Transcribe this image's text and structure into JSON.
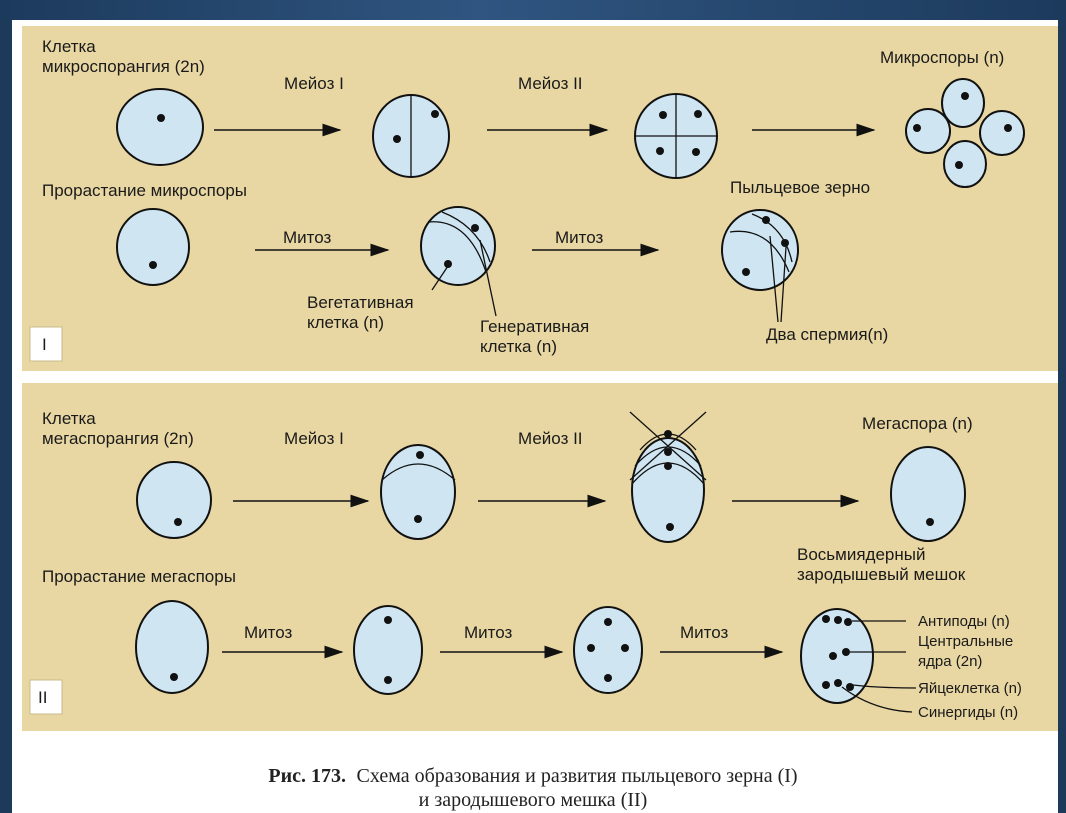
{
  "panel1": {
    "badge": "I",
    "microsporangium_cell": "Клетка",
    "microsporangium_cell_2": "микроспорангия (2n)",
    "meiosis1": "Мейоз I",
    "meiosis2": "Мейоз II",
    "microspores": "Микроспоры (n)",
    "microspore_germination": "Прорастание микроспоры",
    "mitosis_a": "Митоз",
    "mitosis_b": "Митоз",
    "pollen_grain": "Пыльцевое зерно",
    "vegetative_cell": "Вегетативная",
    "vegetative_cell_2": "клетка (n)",
    "generative_cell": "Генеративная",
    "generative_cell_2": "клетка (n)",
    "two_sperms": "Два спермия(n)"
  },
  "panel2": {
    "badge": "II",
    "megasporangium_cell": "Клетка",
    "megasporangium_cell_2": "мегаспорангия (2n)",
    "meiosis1": "Мейоз I",
    "meiosis2": "Мейоз II",
    "megaspore": "Мегаспора (n)",
    "megaspore_germination": "Прорастание мегаспоры",
    "mitosis_a": "Митоз",
    "mitosis_b": "Митоз",
    "mitosis_c": "Митоз",
    "embryo_sac": "Восьмиядерный",
    "embryo_sac_2": "зародышевый мешок",
    "antipodes": "Антиподы (n)",
    "central_nuclei": "Центральные",
    "central_nuclei_2": "ядра (2n)",
    "egg_cell": "Яйцеклетка (n)",
    "synergids": "Синергиды (n)"
  },
  "caption": {
    "prefix": "Рис. 173.",
    "line1": "Схема образования и развития пыльцевого зерна (I)",
    "line2": "и зародышевого мешка (II)"
  },
  "colors": {
    "panel_bg": "#e8d7a3",
    "cell_fill": "#cfe6f2",
    "frame_bg": "#1d3a5a"
  }
}
